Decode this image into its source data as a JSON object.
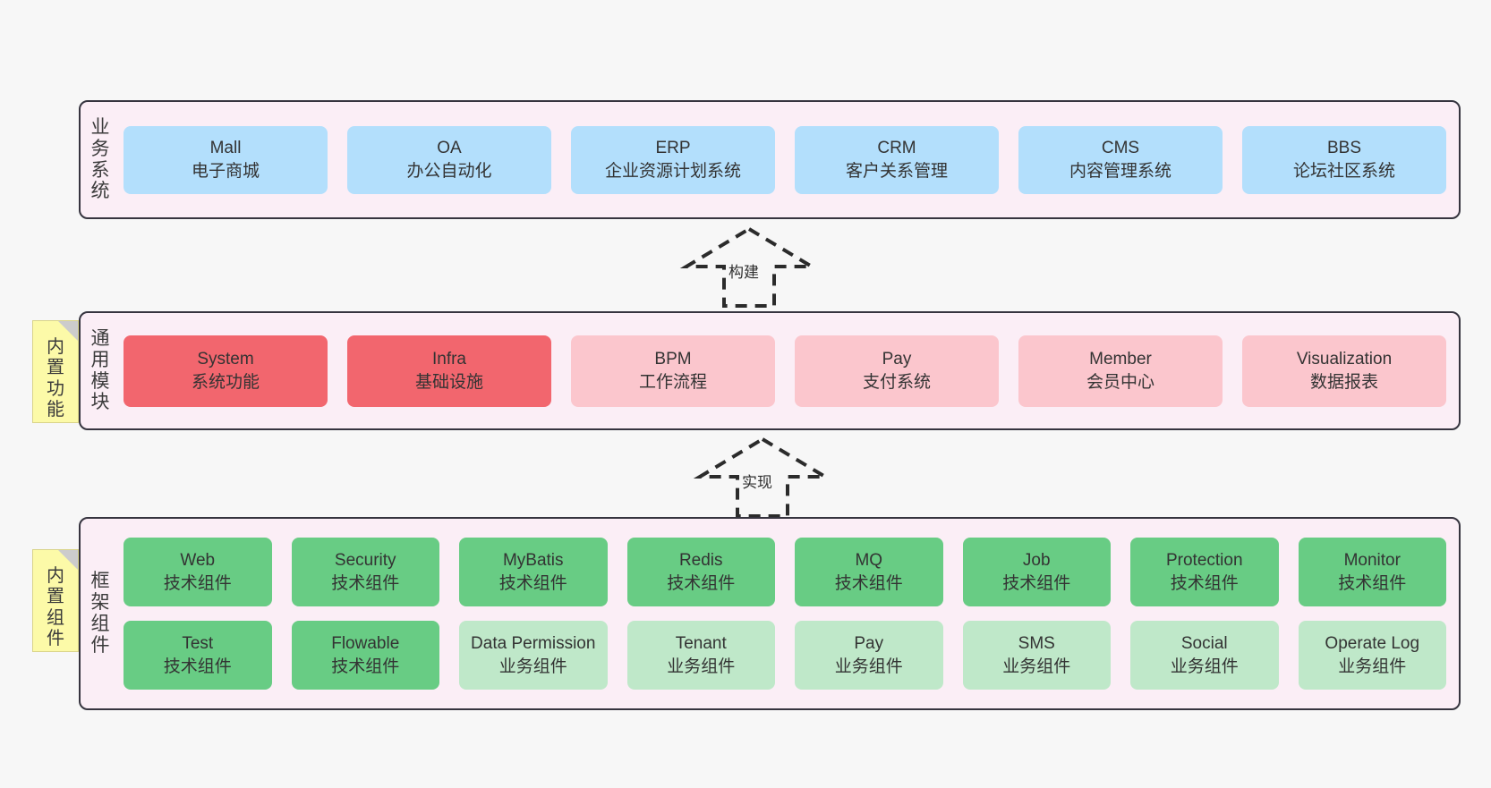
{
  "diagram": {
    "background_color": "#f7f7f7",
    "band_fill": "#fbeef6",
    "band_border": "#36343f",
    "note_fill": "#fcfaa8"
  },
  "notes": [
    {
      "id": "builtin-function",
      "chars": [
        "内",
        "置",
        "功",
        "能"
      ]
    },
    {
      "id": "builtin-component",
      "chars": [
        "内",
        "置",
        "组",
        "件"
      ]
    }
  ],
  "arrows": [
    {
      "id": "build",
      "label": "构建",
      "style": "dashed-generalization",
      "direction": "up"
    },
    {
      "id": "implement",
      "label": "实现",
      "style": "dashed-generalization",
      "direction": "up"
    }
  ],
  "bands": [
    {
      "id": "business-system",
      "label_chars": [
        "业",
        "务",
        "系",
        "统"
      ],
      "rows": [
        {
          "cards": [
            {
              "name": "Mall",
              "desc": "电子商城",
              "color": "blue",
              "hex": "#b3dffc"
            },
            {
              "name": "OA",
              "desc": "办公自动化",
              "color": "blue",
              "hex": "#b3dffc"
            },
            {
              "name": "ERP",
              "desc": "企业资源计划系统",
              "color": "blue",
              "hex": "#b3dffc"
            },
            {
              "name": "CRM",
              "desc": "客户关系管理",
              "color": "blue",
              "hex": "#b3dffc"
            },
            {
              "name": "CMS",
              "desc": "内容管理系统",
              "color": "blue",
              "hex": "#b3dffc"
            },
            {
              "name": "BBS",
              "desc": "论坛社区系统",
              "color": "blue",
              "hex": "#b3dffc"
            }
          ]
        }
      ]
    },
    {
      "id": "common-module",
      "label_chars": [
        "通",
        "用",
        "模",
        "块"
      ],
      "rows": [
        {
          "cards": [
            {
              "name": "System",
              "desc": "系统功能",
              "color": "red",
              "hex": "#f2666e"
            },
            {
              "name": "Infra",
              "desc": "基础设施",
              "color": "red",
              "hex": "#f2666e"
            },
            {
              "name": "BPM",
              "desc": "工作流程",
              "color": "pink",
              "hex": "#fbc6cd"
            },
            {
              "name": "Pay",
              "desc": "支付系统",
              "color": "pink",
              "hex": "#fbc6cd"
            },
            {
              "name": "Member",
              "desc": "会员中心",
              "color": "pink",
              "hex": "#fbc6cd"
            },
            {
              "name": "Visualization",
              "desc": "数据报表",
              "color": "pink",
              "hex": "#fbc6cd"
            }
          ]
        }
      ]
    },
    {
      "id": "framework-component",
      "label_chars": [
        "框",
        "架",
        "组",
        "件"
      ],
      "rows": [
        {
          "cards": [
            {
              "name": "Web",
              "desc": "技术组件",
              "color": "green",
              "hex": "#68cc84"
            },
            {
              "name": "Security",
              "desc": "技术组件",
              "color": "green",
              "hex": "#68cc84"
            },
            {
              "name": "MyBatis",
              "desc": "技术组件",
              "color": "green",
              "hex": "#68cc84"
            },
            {
              "name": "Redis",
              "desc": "技术组件",
              "color": "green",
              "hex": "#68cc84"
            },
            {
              "name": "MQ",
              "desc": "技术组件",
              "color": "green",
              "hex": "#68cc84"
            },
            {
              "name": "Job",
              "desc": "技术组件",
              "color": "green",
              "hex": "#68cc84"
            },
            {
              "name": "Protection",
              "desc": "技术组件",
              "color": "green",
              "hex": "#68cc84"
            },
            {
              "name": "Monitor",
              "desc": "技术组件",
              "color": "green",
              "hex": "#68cc84"
            }
          ]
        },
        {
          "cards": [
            {
              "name": "Test",
              "desc": "技术组件",
              "color": "green",
              "hex": "#68cc84"
            },
            {
              "name": "Flowable",
              "desc": "技术组件",
              "color": "green",
              "hex": "#68cc84"
            },
            {
              "name": "Data Permission",
              "desc": "业务组件",
              "color": "green-light",
              "hex": "#bfe8c9"
            },
            {
              "name": "Tenant",
              "desc": "业务组件",
              "color": "green-light",
              "hex": "#bfe8c9"
            },
            {
              "name": "Pay",
              "desc": "业务组件",
              "color": "green-light",
              "hex": "#bfe8c9"
            },
            {
              "name": "SMS",
              "desc": "业务组件",
              "color": "green-light",
              "hex": "#bfe8c9"
            },
            {
              "name": "Social",
              "desc": "业务组件",
              "color": "green-light",
              "hex": "#bfe8c9"
            },
            {
              "name": "Operate Log",
              "desc": "业务组件",
              "color": "green-light",
              "hex": "#bfe8c9"
            }
          ]
        }
      ]
    }
  ]
}
